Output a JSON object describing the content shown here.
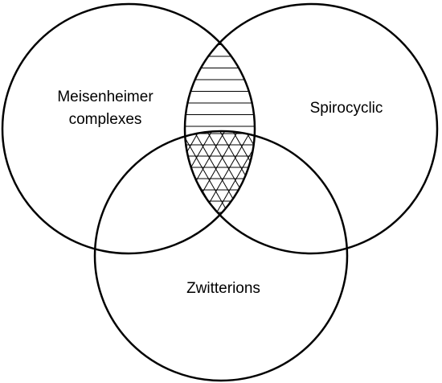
{
  "diagram": {
    "type": "venn",
    "sets": [
      {
        "id": "meisenheimer",
        "label_lines": [
          "Meisenheimer",
          "complexes"
        ]
      },
      {
        "id": "spirocyclic",
        "label_lines": [
          "Spirocyclic"
        ]
      },
      {
        "id": "zwitterions",
        "label_lines": [
          "Zwitterions"
        ]
      }
    ],
    "overlaps": [
      {
        "sets": [
          "meisenheimer",
          "spirocyclic"
        ],
        "pattern": "horizontal-hatch"
      },
      {
        "sets": [
          "meisenheimer",
          "spirocyclic",
          "zwitterions"
        ],
        "pattern": "triangular-crosshatch"
      }
    ],
    "colors": {
      "stroke": "#000000",
      "fill": "#ffffff"
    }
  }
}
